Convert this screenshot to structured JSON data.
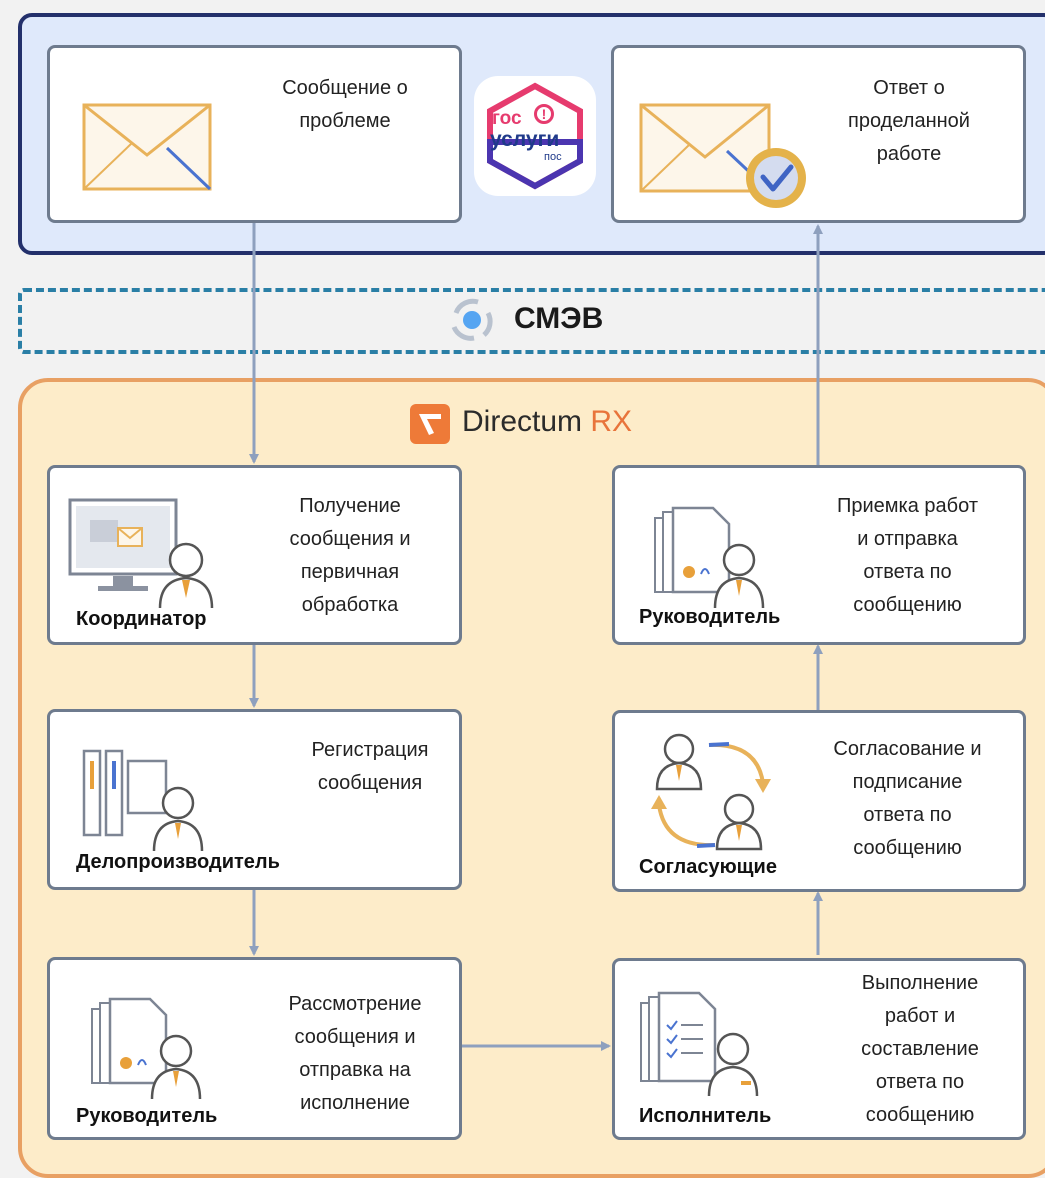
{
  "top": {
    "incoming_text": "Сообщение о\nпроблеме",
    "outgoing_text": "Ответ о\nпроделанной\nработе",
    "logo_line1": "гос",
    "logo_line2": "услуги",
    "logo_line3": "пос"
  },
  "smev": {
    "label": "СМЭВ"
  },
  "rx": {
    "brand": "Directum",
    "brand_suffix": "RX",
    "brand_color": "#e8743b"
  },
  "steps": {
    "receive": {
      "text": "Получение\nсообщения и\nпервичная\nобработка",
      "role": "Координатор"
    },
    "register": {
      "text": "Регистрация\nсообщения",
      "role": "Делопроизводитель"
    },
    "review": {
      "text": "Рассмотрение\nсообщения и\nотправка на\nисполнение",
      "role": "Руководитель"
    },
    "execute": {
      "text": "Выполнение\nработ и\nсоставление\nответа по\nсообщению",
      "role": "Исполнитель"
    },
    "approve": {
      "text": "Согласование и\nподписание\nответа по\nсообщению",
      "role": "Согласующие"
    },
    "accept": {
      "text": "Приемка работ\nи отправка\nответа по\nсообщению",
      "role": "Руководитель"
    }
  },
  "colors": {
    "gos_border": "#23306b",
    "smev_dash": "#2a7fa6",
    "rx_border": "#e8a063",
    "arrow": "#8ea0be"
  },
  "icons": [
    "envelope-icon",
    "envelope-check-icon",
    "gosuslugi-logo",
    "smev-sync-icon",
    "directum-logo-icon",
    "monitor-person-icon",
    "folders-person-icon",
    "document-person-icon",
    "checklist-person-icon",
    "approval-cycle-icon"
  ]
}
